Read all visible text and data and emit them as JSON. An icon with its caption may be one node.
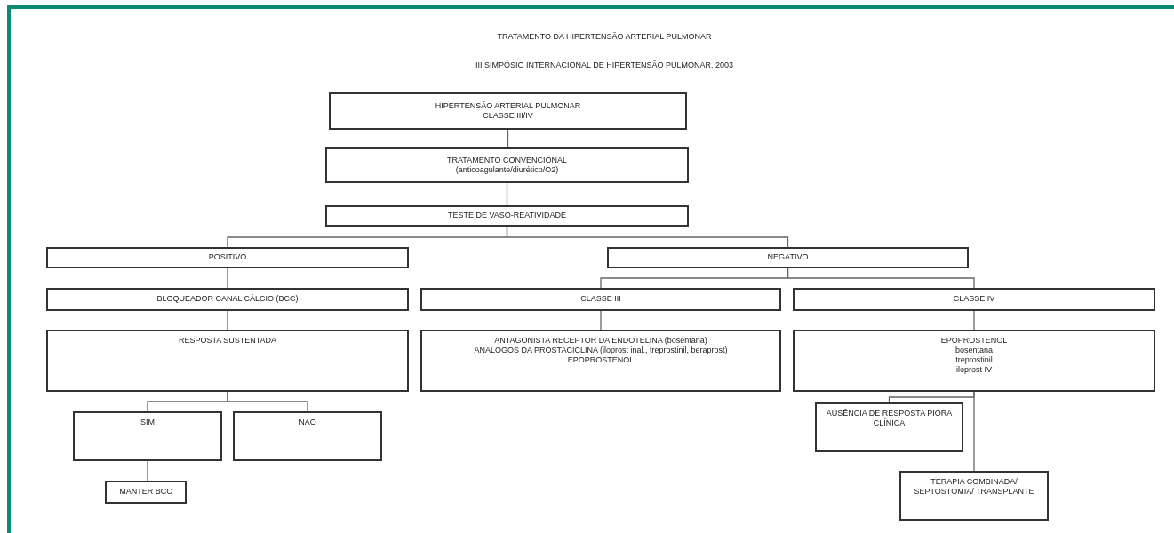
{
  "diagram": {
    "title": "TRATAMENTO DA HIPERTENSÃO ARTERIAL PULMONAR",
    "caption": "III SIMPÓSIO INTERNACIONAL DE HIPERTENSÃO PULMONAR, 2003",
    "nodes": [
      {
        "text": [
          "HIPERTENSÃO ARTERIAL PULMONAR",
          "CLASSE III/IV"
        ]
      },
      {
        "text": [
          "TRATAMENTO CONVENCIONAL",
          "(anticoagulante/diurético/O2)"
        ]
      },
      {
        "text": [
          "TESTE DE VASO-REATIVIDADE"
        ]
      },
      {
        "text": [
          "POSITIVO"
        ]
      },
      {
        "text": [
          "NEGATIVO"
        ]
      },
      {
        "text": [
          "BLOQUEADOR CANAL CÁLCIO (BCC)"
        ]
      },
      {
        "text": [
          "CLASSE III"
        ]
      },
      {
        "text": [
          "CLASSE IV"
        ]
      },
      {
        "text": [
          "RESPOSTA SUSTENTADA"
        ]
      },
      {
        "text": [
          "ANTAGONISTA RECEPTOR DA ENDOTELINA (bosentana)",
          "ANÁLOGOS DA PROSTACICLINA (iloprost inal., treprostinil, beraprost)",
          "EPOPROSTENOL"
        ]
      },
      {
        "text": [
          "EPOPROSTENOL",
          "bosentana",
          "treprostinil",
          "iloprost IV"
        ]
      },
      {
        "text": [
          "SIM"
        ]
      },
      {
        "text": [
          "NÃO"
        ]
      },
      {
        "text": [
          "AUSÊNCIA DE RESPOSTA PIORA CLÍNICA"
        ]
      },
      {
        "text": [
          "TERAPIA COMBINADA/ SEPTOSTOMIA/ TRANSPLANTE"
        ]
      },
      {
        "text": [
          "MANTER BCC"
        ]
      }
    ],
    "edges": [
      {
        "from": 0,
        "to": 1,
        "arrow": "none"
      },
      {
        "from": 1,
        "to": 2,
        "arrow": "none"
      },
      {
        "from": 2,
        "to": 3,
        "arrow": "none"
      },
      {
        "from": 2,
        "to": 4,
        "arrow": "none"
      },
      {
        "from": 3,
        "to": 5,
        "arrow": "none"
      },
      {
        "from": 4,
        "to": 6,
        "arrow": "none"
      },
      {
        "from": 4,
        "to": 7,
        "arrow": "none"
      },
      {
        "from": 5,
        "to": 8,
        "arrow": "none"
      },
      {
        "from": 6,
        "to": 9,
        "arrow": "none"
      },
      {
        "from": 7,
        "to": 10,
        "arrow": "none"
      },
      {
        "from": 8,
        "to": 11,
        "arrow": "none"
      },
      {
        "from": 8,
        "to": 12,
        "arrow": "none"
      },
      {
        "from": 11,
        "to": 15,
        "arrow": "none"
      },
      {
        "from": 10,
        "to": 13,
        "arrow": "none"
      },
      {
        "from": 10,
        "to": 14,
        "arrow": "none"
      }
    ]
  }
}
